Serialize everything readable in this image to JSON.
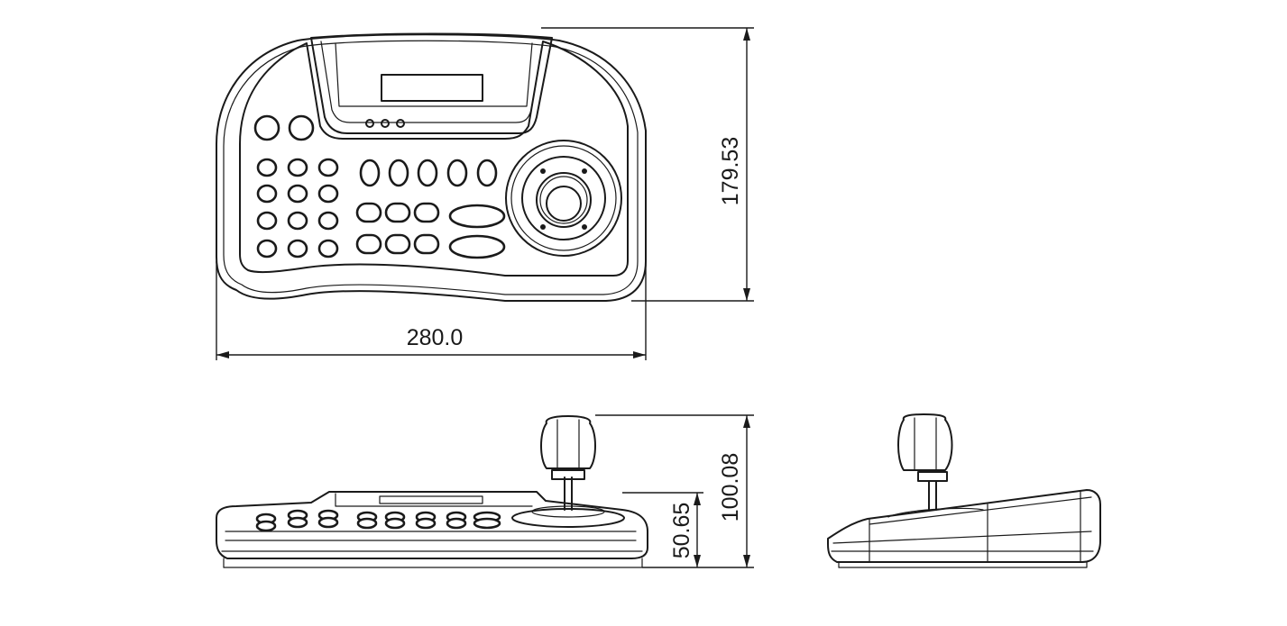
{
  "dimensions": {
    "width": "280.0",
    "depth": "179.53",
    "total_height": "100.08",
    "body_height": "50.65"
  }
}
